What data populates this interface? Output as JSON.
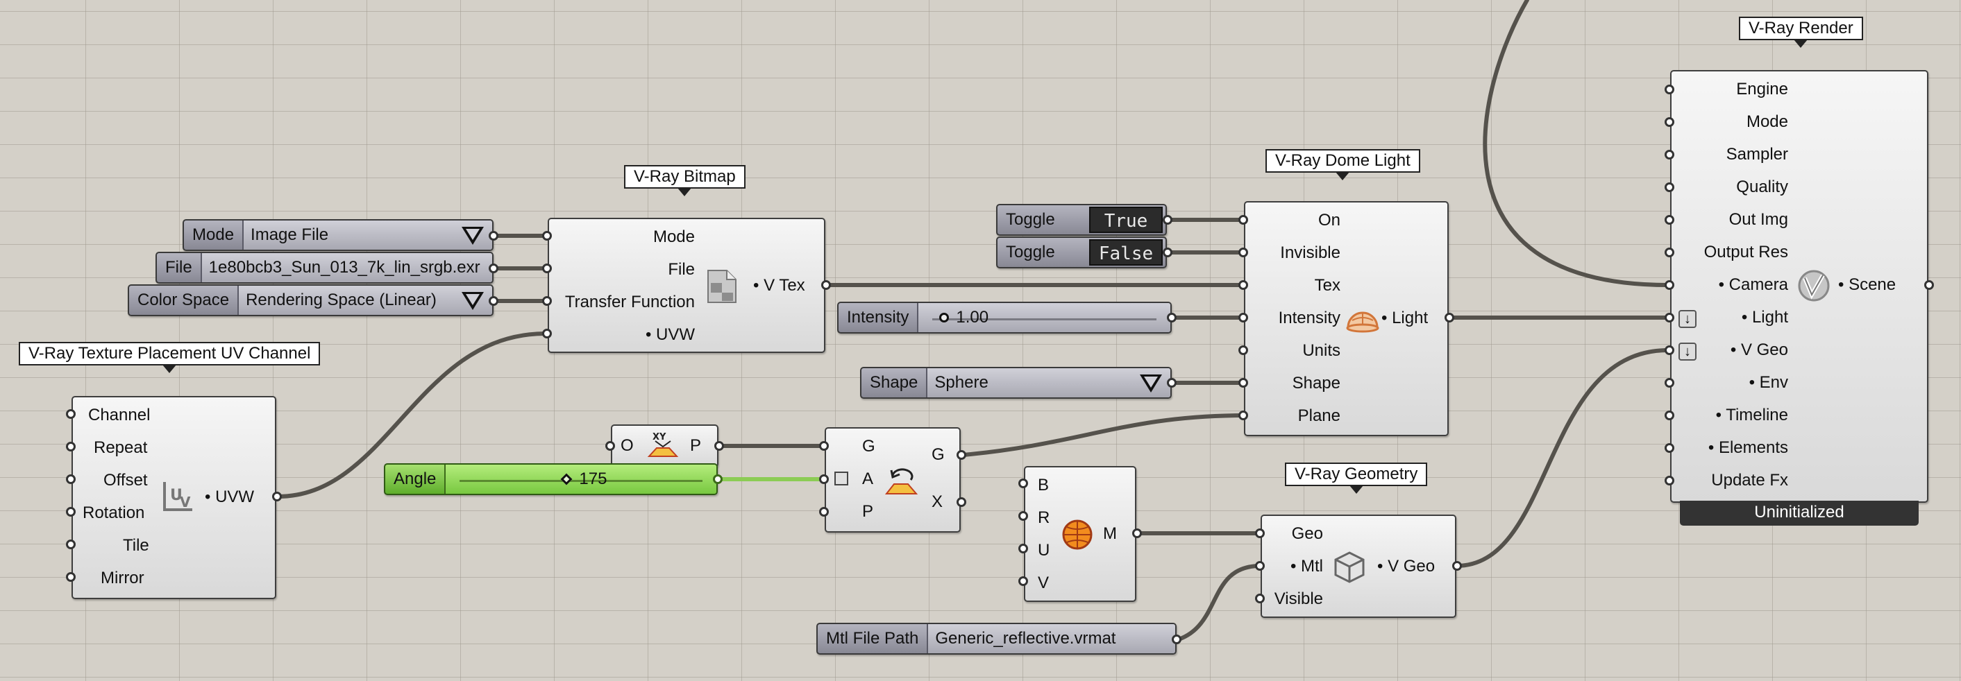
{
  "colors": {
    "canvas": "#d4d0c8",
    "component_fill": "#e8e8e8",
    "param_fill": "#a0a0aa",
    "angle_slider": "#7ac943",
    "wire": "#55524c",
    "status_bar": "#333333"
  },
  "bitmap": {
    "title": "V-Ray Bitmap",
    "inputs": [
      "Mode",
      "File",
      "Transfer Function",
      "• UVW"
    ],
    "output": "• V Tex",
    "icon": "bitmap-file-icon"
  },
  "mode_param": {
    "label": "Mode",
    "value": "Image File"
  },
  "file_param": {
    "label": "File",
    "value": "1e80bcb3_Sun_013_7k_lin_srgb.exr"
  },
  "colorspace_param": {
    "label": "Color Space",
    "value": "Rendering Space (Linear)"
  },
  "uv": {
    "title": "V-Ray Texture Placement UV Channel",
    "inputs": [
      "Channel",
      "Repeat",
      "Offset",
      "Rotation",
      "Tile",
      "Mirror"
    ],
    "output": "• UVW",
    "icon": "uv-placement-icon"
  },
  "toggle1": {
    "label": "Toggle",
    "value": "True"
  },
  "toggle2": {
    "label": "Toggle",
    "value": "False"
  },
  "intensity_slider": {
    "label": "Intensity",
    "value": "1.00",
    "fraction": 0.0
  },
  "shape_param": {
    "label": "Shape",
    "value": "Sphere"
  },
  "dome": {
    "title": "V-Ray Dome Light",
    "inputs": [
      "On",
      "Invisible",
      "Tex",
      "Intensity",
      "Units",
      "Shape",
      "Plane"
    ],
    "output": "• Light",
    "icon": "dome-light-icon"
  },
  "xy_plane": {
    "input": "O",
    "output": "P",
    "icon": "xy-plane-icon"
  },
  "angle_slider": {
    "label": "Angle",
    "value": "175",
    "fraction": 0.48
  },
  "rotate": {
    "inputs": [
      "G",
      "A",
      "P"
    ],
    "outputs": [
      "G",
      "X"
    ],
    "icon": "rotate-icon"
  },
  "material": {
    "inputs": [
      "B",
      "R",
      "U",
      "V"
    ],
    "output": "M",
    "icon": "material-sphere-icon"
  },
  "geometry": {
    "title": "V-Ray Geometry",
    "inputs": [
      "Geo",
      "• Mtl",
      "Visible"
    ],
    "output": "• V Geo",
    "icon": "geometry-cube-icon"
  },
  "mtl_path": {
    "label": "Mtl File Path",
    "value": "Generic_reflective.vrmat"
  },
  "render": {
    "title": "V-Ray Render",
    "inputs": [
      "Engine",
      "Mode",
      "Sampler",
      "Quality",
      "Out Img",
      "Output Res",
      "• Camera",
      "• Light",
      "• V Geo",
      "• Env",
      "• Timeline",
      "• Elements",
      "Update Fx"
    ],
    "output": "• Scene",
    "status": "Uninitialized",
    "icon": "vray-logo-icon"
  }
}
